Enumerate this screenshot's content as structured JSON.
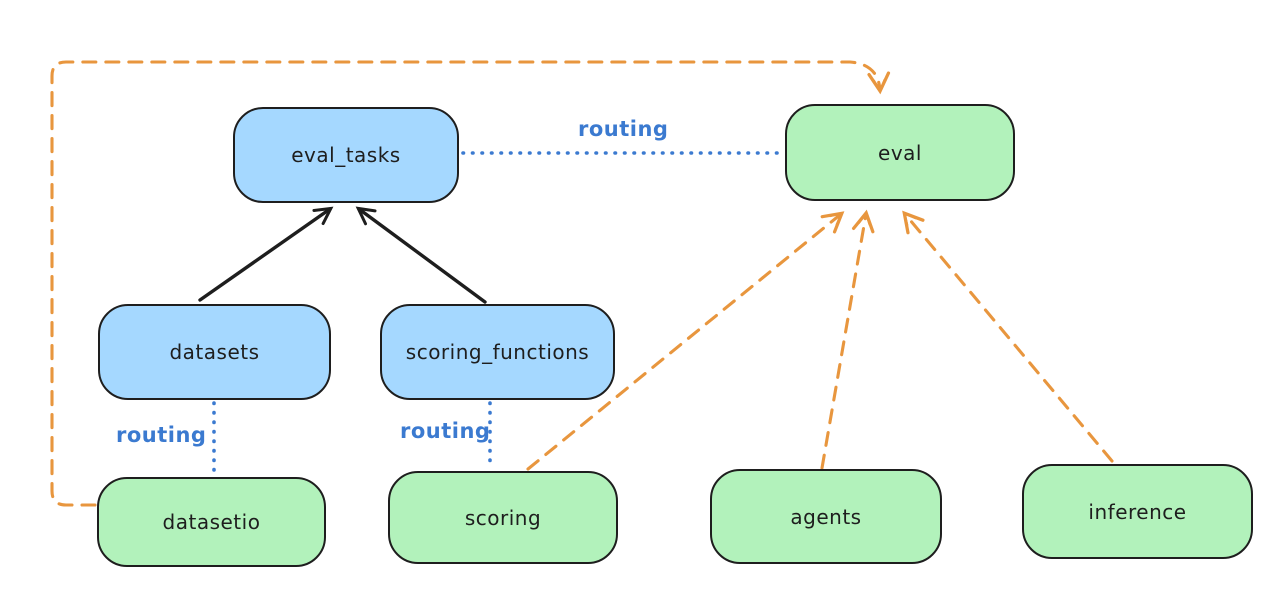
{
  "diagram": {
    "nodes": [
      {
        "id": "eval_tasks",
        "label": "eval_tasks",
        "kind": "api"
      },
      {
        "id": "eval",
        "label": "eval",
        "kind": "provider"
      },
      {
        "id": "datasets",
        "label": "datasets",
        "kind": "api"
      },
      {
        "id": "scoring_functions",
        "label": "scoring_functions",
        "kind": "api"
      },
      {
        "id": "datasetio",
        "label": "datasetio",
        "kind": "provider"
      },
      {
        "id": "scoring",
        "label": "scoring",
        "kind": "provider"
      },
      {
        "id": "agents",
        "label": "agents",
        "kind": "provider"
      },
      {
        "id": "inference",
        "label": "inference",
        "kind": "provider"
      }
    ],
    "edges": [
      {
        "from": "datasets",
        "to": "eval_tasks",
        "style": "solid-arrow"
      },
      {
        "from": "scoring_functions",
        "to": "eval_tasks",
        "style": "solid-arrow"
      },
      {
        "from": "eval_tasks",
        "to": "eval",
        "style": "dotted",
        "label": "routing"
      },
      {
        "from": "datasets",
        "to": "datasetio",
        "style": "dotted",
        "label": "routing"
      },
      {
        "from": "scoring_functions",
        "to": "scoring",
        "style": "dotted",
        "label": "routing"
      },
      {
        "from": "datasetio",
        "to": "eval",
        "style": "dashed-arrow"
      },
      {
        "from": "scoring",
        "to": "eval",
        "style": "dashed-arrow"
      },
      {
        "from": "agents",
        "to": "eval",
        "style": "dashed-arrow"
      },
      {
        "from": "inference",
        "to": "eval",
        "style": "dashed-arrow"
      }
    ],
    "edge_labels": {
      "eval_tasks_eval": "routing",
      "datasets_datasetio": "routing",
      "scoring_functions_scoring": "routing"
    },
    "colors": {
      "api_fill": "#a5d8ff",
      "provider_fill": "#b2f2bb",
      "node_stroke": "#1e1e1e",
      "routing_line": "#3b7ad0",
      "dependency_line": "#e8963e",
      "solid_arrow": "#1e1e1e",
      "background": "#ffffff"
    }
  }
}
